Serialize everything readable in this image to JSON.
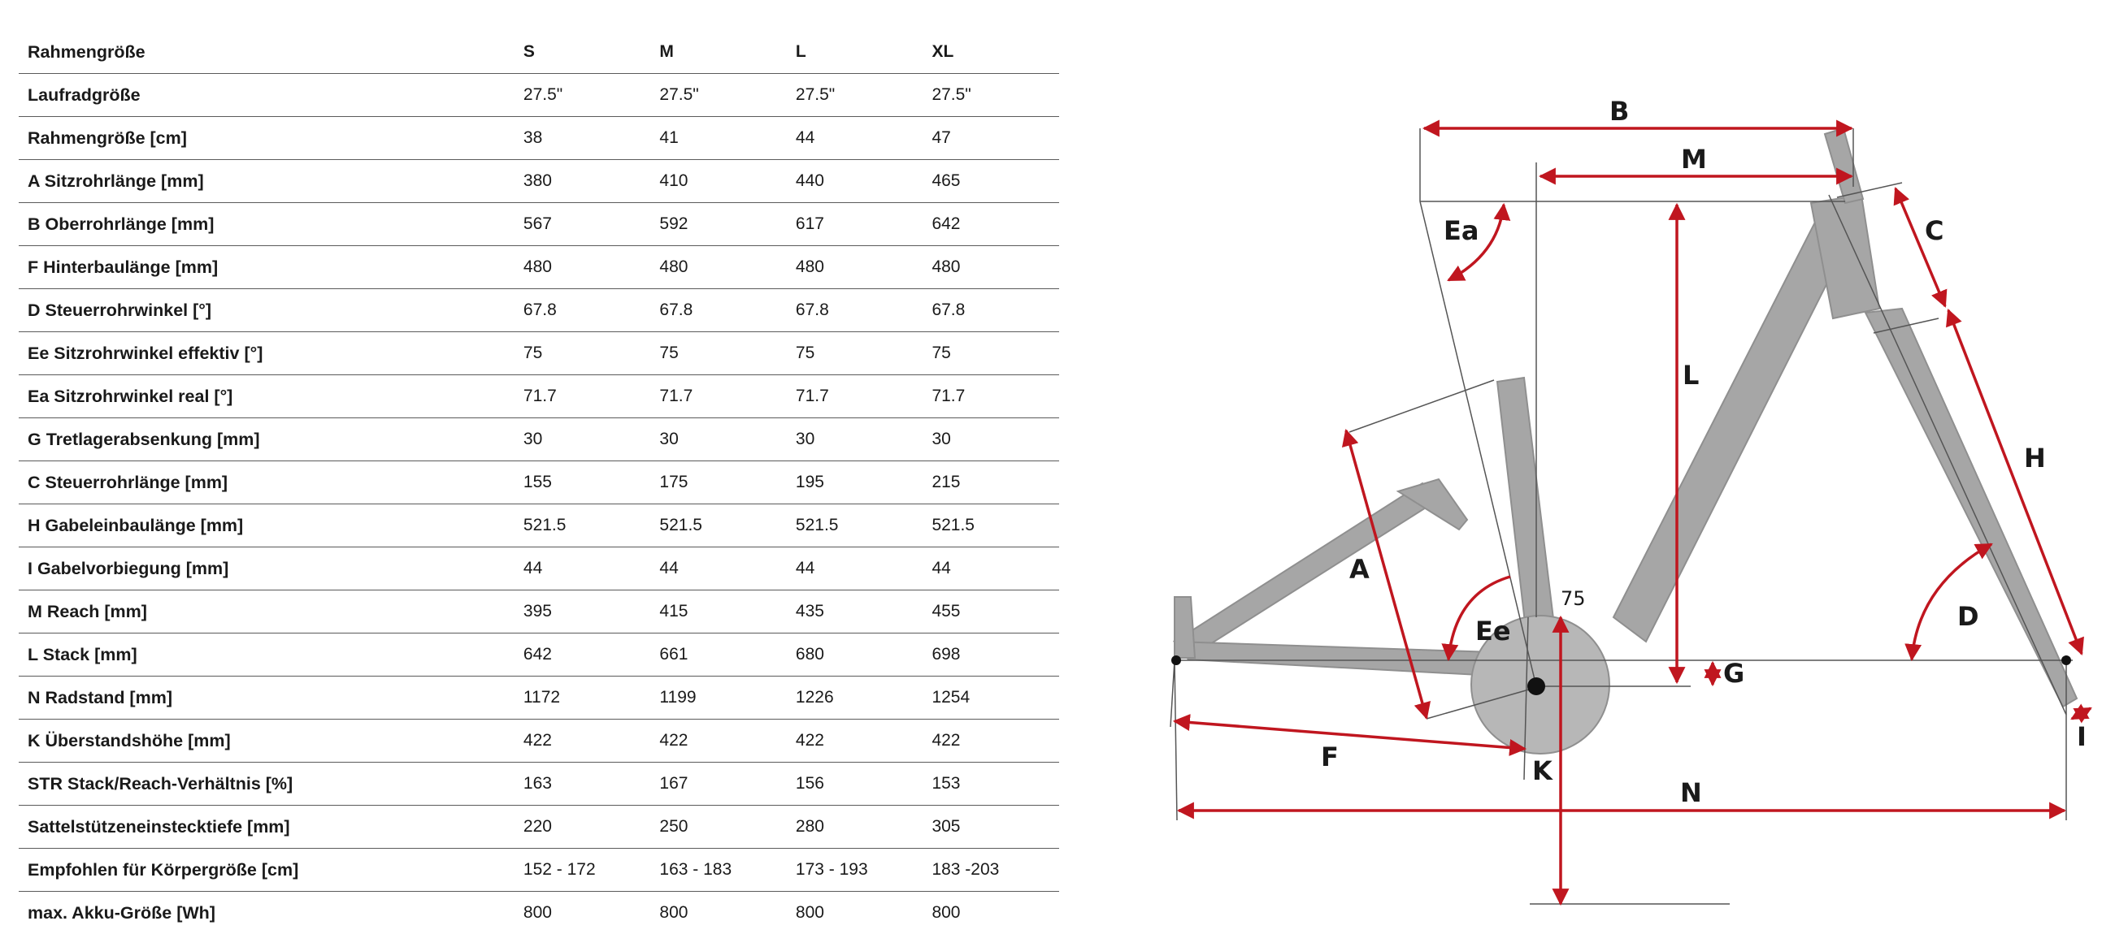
{
  "table": {
    "header": {
      "label": "Rahmengröße",
      "sizes": [
        "S",
        "M",
        "L",
        "XL"
      ]
    },
    "rows": [
      {
        "label": "Laufradgröße",
        "values": [
          "27.5\"",
          "27.5\"",
          "27.5\"",
          "27.5\""
        ]
      },
      {
        "label": "Rahmengröße [cm]",
        "values": [
          "38",
          "41",
          "44",
          "47"
        ]
      },
      {
        "label": "A Sitzrohrlänge [mm]",
        "values": [
          "380",
          "410",
          "440",
          "465"
        ]
      },
      {
        "label": "B Oberrohrlänge [mm]",
        "values": [
          "567",
          "592",
          "617",
          "642"
        ]
      },
      {
        "label": "F Hinterbaulänge [mm]",
        "values": [
          "480",
          "480",
          "480",
          "480"
        ]
      },
      {
        "label": "D Steuerrohrwinkel [°]",
        "values": [
          "67.8",
          "67.8",
          "67.8",
          "67.8"
        ]
      },
      {
        "label": "Ee Sitzrohrwinkel effektiv [°]",
        "values": [
          "75",
          "75",
          "75",
          "75"
        ]
      },
      {
        "label": "Ea Sitzrohrwinkel real [°]",
        "values": [
          "71.7",
          "71.7",
          "71.7",
          "71.7"
        ]
      },
      {
        "label": "G Tretlagerabsenkung [mm]",
        "values": [
          "30",
          "30",
          "30",
          "30"
        ]
      },
      {
        "label": "C Steuerrohrlänge [mm]",
        "values": [
          "155",
          "175",
          "195",
          "215"
        ]
      },
      {
        "label": "H Gabeleinbaulänge [mm]",
        "values": [
          "521.5",
          "521.5",
          "521.5",
          "521.5"
        ]
      },
      {
        "label": "I Gabelvorbiegung [mm]",
        "values": [
          "44",
          "44",
          "44",
          "44"
        ]
      },
      {
        "label": "M Reach [mm]",
        "values": [
          "395",
          "415",
          "435",
          "455"
        ]
      },
      {
        "label": "L Stack [mm]",
        "values": [
          "642",
          "661",
          "680",
          "698"
        ]
      },
      {
        "label": "N Radstand [mm]",
        "values": [
          "1172",
          "1199",
          "1226",
          "1254"
        ]
      },
      {
        "label": "K Überstandshöhe [mm]",
        "values": [
          "422",
          "422",
          "422",
          "422"
        ]
      },
      {
        "label": "STR Stack/Reach-Verhältnis [%]",
        "values": [
          "163",
          "167",
          "156",
          "153"
        ]
      },
      {
        "label": "Sattelstützeneinstecktiefe [mm]",
        "values": [
          "220",
          "250",
          "280",
          "305"
        ]
      },
      {
        "label": "Empfohlen für Körpergröße [cm]",
        "values": [
          "152 - 172",
          "163 - 183",
          "173 - 193",
          "183 -203"
        ]
      },
      {
        "label": "max. Akku-Größe [Wh]",
        "values": [
          "800",
          "800",
          "800",
          "800"
        ]
      }
    ]
  },
  "diagram": {
    "accent_color": "#c0161f",
    "frame_color": "#9c9c9c",
    "labels": {
      "B": "B",
      "M": "M",
      "C": "C",
      "Ea": "Ea",
      "L": "L",
      "H": "H",
      "A": "A",
      "D": "D",
      "Ee": "Ee",
      "seat_angle": "75",
      "G": "G",
      "I": "I",
      "F": "F",
      "K": "K",
      "N": "N"
    }
  }
}
